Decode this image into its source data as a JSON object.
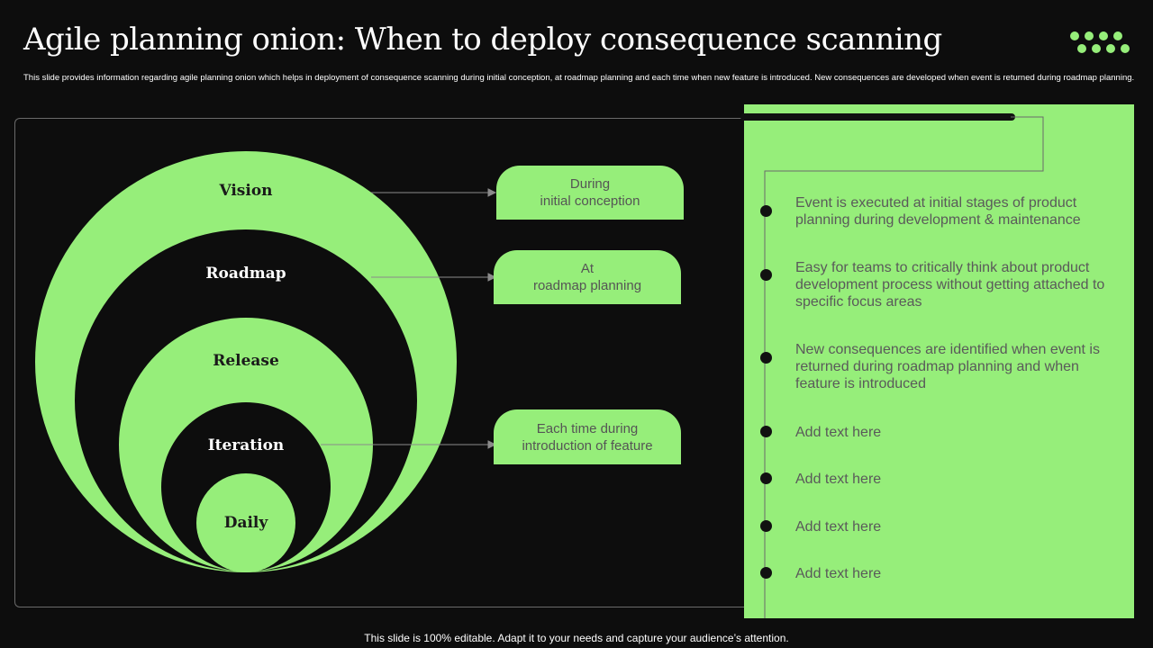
{
  "header": {
    "title": "Agile planning onion: When to deploy consequence scanning",
    "subtitle": "This slide provides information regarding agile planning onion which helps in deployment of consequence scanning during initial conception, at roadmap planning and each time when new feature is introduced. New consequences are developed when event is returned during roadmap planning."
  },
  "onion": {
    "layers": [
      "Vision",
      "Roadmap",
      "Release",
      "Iteration",
      "Daily"
    ]
  },
  "stages": [
    {
      "line1": "During",
      "line2": "initial conception"
    },
    {
      "line1": "At",
      "line2": "roadmap planning"
    },
    {
      "line1": "Each time during",
      "line2": "introduction of feature"
    }
  ],
  "panel": {
    "items": [
      "Event is executed at initial stages of product planning during development & maintenance",
      "Easy for teams to critically think about product development process without getting attached to specific focus areas",
      "New consequences are identified when event is returned during roadmap planning and when feature is introduced",
      "Add text here",
      "Add text here",
      "Add text here",
      "Add text here"
    ]
  },
  "footer": {
    "text": "This slide is 100% editable. Adapt it to your needs and capture your audience’s attention."
  },
  "colors": {
    "accent": "#96ee7a",
    "background": "#0d0d0d",
    "panel_text": "#5a5a5a"
  }
}
